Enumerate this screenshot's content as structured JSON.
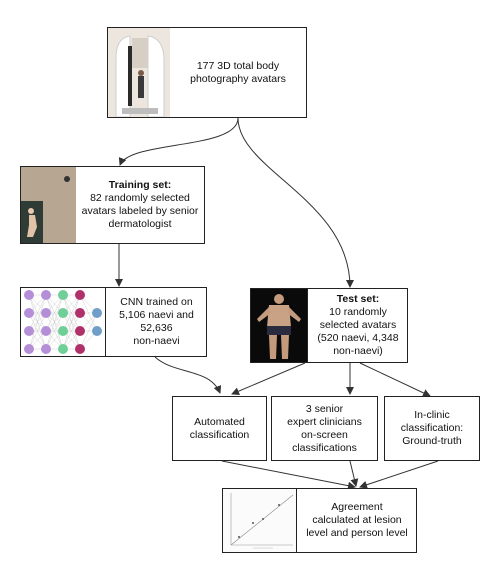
{
  "nodes": {
    "avatars": {
      "text": "177 3D total body\nphotography avatars"
    },
    "training": {
      "title": "Training set:",
      "text": "82 randomly selected\navatars labeled by senior\ndermatologist"
    },
    "cnn": {
      "text": "CNN trained on\n5,106 naevi and\n52,636\nnon-naevi"
    },
    "test": {
      "title": "Test set:",
      "text": "10 randomly\nselected avatars\n(520 naevi, 4,348\nnon-naevi)"
    },
    "automated": {
      "text": "Automated\nclassification"
    },
    "clinicians": {
      "text": "3 senior\nexpert clinicians\non-screen\nclassifications"
    },
    "inclinic": {
      "text": "In-clinic\nclassification:\nGround-truth"
    },
    "agreement": {
      "text": "Agreement\ncalculated at lesion\nlevel and person level"
    }
  },
  "colors": {
    "border": "#222222",
    "arrow": "#333333",
    "nn_purple": "#b48fd8",
    "nn_green": "#6fcf97",
    "nn_magenta": "#b0306a",
    "nn_blue": "#6f9fc8"
  }
}
